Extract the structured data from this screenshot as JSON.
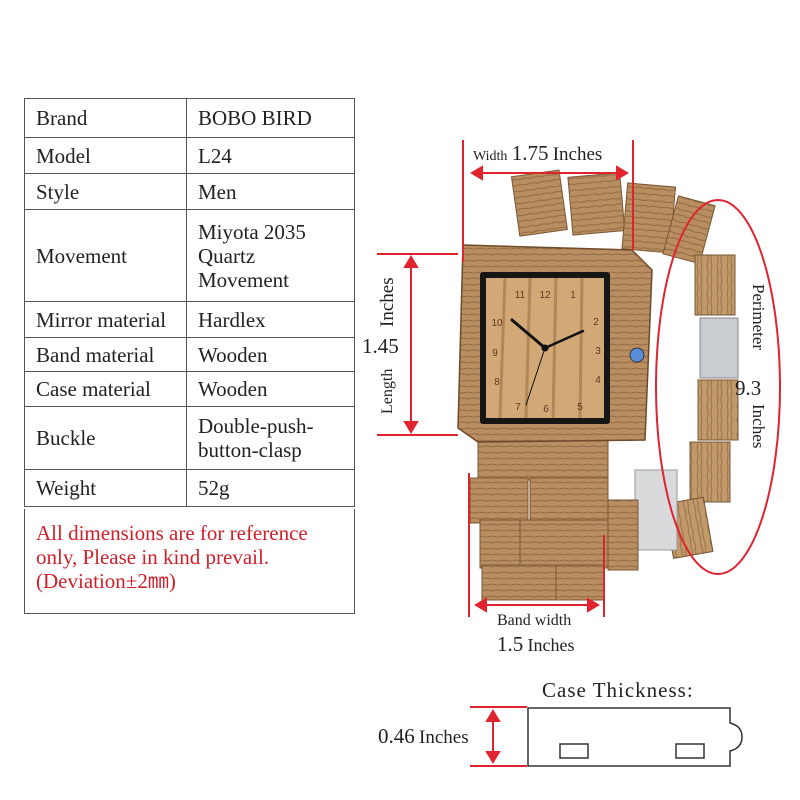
{
  "specs": [
    {
      "key": "Brand",
      "value": "BOBO BIRD"
    },
    {
      "key": "Model",
      "value": "L24"
    },
    {
      "key": "Style",
      "value": "Men"
    },
    {
      "key": "Movement",
      "value": "Miyota 2035 Quartz Movement"
    },
    {
      "key": "Mirror material",
      "value": "Hardlex"
    },
    {
      "key": "Band material",
      "value": "Wooden"
    },
    {
      "key": "Case material",
      "value": "Wooden"
    },
    {
      "key": "Buckle",
      "value": "Double-push-button-clasp"
    },
    {
      "key": "Weight",
      "value": "52g"
    }
  ],
  "movement_lines": [
    "Miyota 2035",
    "Quartz",
    "Movement"
  ],
  "buckle_lines": [
    "Double-push-",
    "button-clasp"
  ],
  "note_lines": [
    "All dimensions are for reference",
    "only, Please in kind prevail.",
    "(Deviation±2㎜)"
  ],
  "dimensions": {
    "width_label": "Width",
    "width_value": "1.75",
    "width_unit": "Inches",
    "length_label": "Length",
    "length_value": "1.45",
    "length_unit": "Inches",
    "perimeter_label": "Perimeter",
    "perimeter_value": "9.3",
    "perimeter_unit": "Inches",
    "band_label": "Band width",
    "band_value": "1.5",
    "band_unit": "Inches"
  },
  "thickness": {
    "title": "Case  Thickness:",
    "value": "0.46",
    "unit": "Inches"
  },
  "dial_numbers": [
    "12",
    "1",
    "2",
    "3",
    "4",
    "5",
    "6",
    "7",
    "8",
    "9",
    "10",
    "11"
  ],
  "colors": {
    "dimension_red": "#e0242f",
    "wood": "#b78b5c",
    "wood_dark": "#8a6038",
    "note_red": "#d11f2a"
  }
}
